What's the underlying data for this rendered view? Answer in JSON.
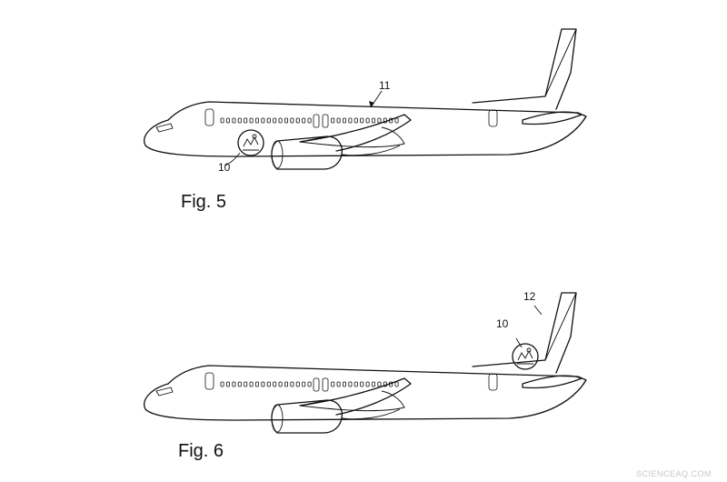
{
  "figures": [
    {
      "caption": "Fig. 5",
      "labels": {
        "fuselage_ref": "11",
        "module_ref": "10"
      }
    },
    {
      "caption": "Fig. 6",
      "labels": {
        "tail_ref": "12",
        "module_ref": "10"
      }
    }
  ],
  "watermark": "SCIENCEAQ.COM"
}
